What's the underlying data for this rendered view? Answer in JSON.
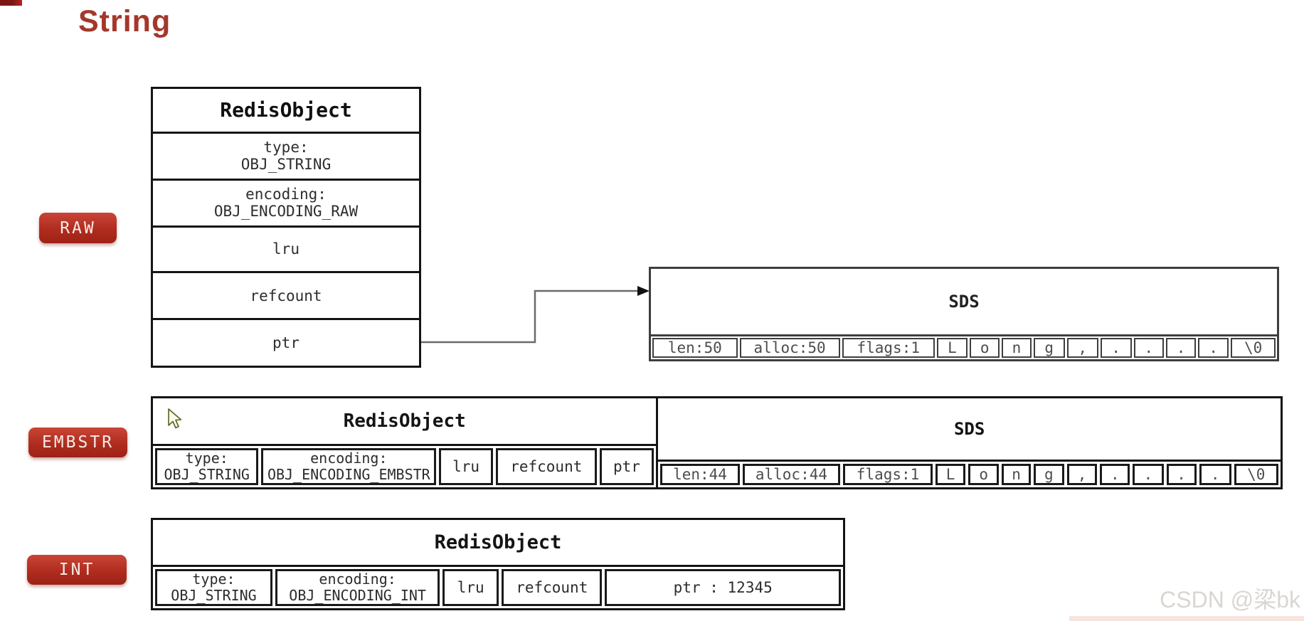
{
  "title": "String",
  "watermark": "CSDN @梁bk",
  "colors": {
    "accent_red": "#a5372b",
    "badge_red": "#b02c1f",
    "border_black": "#141414",
    "border_gray": "#3e3e3e"
  },
  "raw": {
    "badge": "RAW",
    "object_title": "RedisObject",
    "type": {
      "label": "type:",
      "value": "OBJ_STRING"
    },
    "encoding": {
      "label": "encoding:",
      "value": "OBJ_ENCODING_RAW"
    },
    "lru": "lru",
    "refcount": "refcount",
    "ptr": "ptr",
    "sds": {
      "title": "SDS",
      "cells": [
        "len:50",
        "alloc:50",
        "flags:1",
        "L",
        "o",
        "n",
        "g",
        ",",
        ".",
        ".",
        ".",
        ".",
        "\\0"
      ]
    }
  },
  "embstr": {
    "badge": "EMBSTR",
    "object_title": "RedisObject",
    "type": {
      "label": "type:",
      "value": "OBJ_STRING"
    },
    "encoding": {
      "label": "encoding:",
      "value": "OBJ_ENCODING_EMBSTR"
    },
    "lru": "lru",
    "refcount": "refcount",
    "ptr": "ptr",
    "sds": {
      "title": "SDS",
      "cells": [
        "len:44",
        "alloc:44",
        "flags:1",
        "L",
        "o",
        "n",
        "g",
        ",",
        ".",
        ".",
        ".",
        ".",
        "\\0"
      ]
    }
  },
  "int": {
    "badge": "INT",
    "object_title": "RedisObject",
    "type": {
      "label": "type:",
      "value": "OBJ_STRING"
    },
    "encoding": {
      "label": "encoding:",
      "value": "OBJ_ENCODING_INT"
    },
    "lru": "lru",
    "refcount": "refcount",
    "ptr": "ptr : 12345"
  }
}
